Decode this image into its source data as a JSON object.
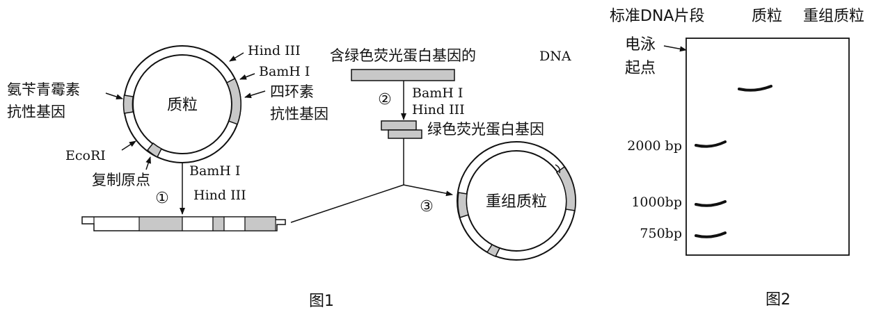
{
  "figure1": {
    "caption": "图1",
    "plasmid": {
      "center_label": "质粒",
      "labels": {
        "hindiii": "Hind III",
        "bamhi": "BamH I",
        "tet_line1": "四环素",
        "tet_line2": "抗性基因",
        "amp_line1": "氨苄青霉素",
        "amp_line2": "抗性基因",
        "ecori": "EcoRI",
        "ori": "复制原点"
      }
    },
    "step1": {
      "number": "①",
      "enzyme1": "BamH I",
      "enzyme2": "Hind III"
    },
    "dna_source": {
      "label": "含绿色荧光蛋白基因的",
      "suffix": "DNA"
    },
    "step2": {
      "number": "②",
      "enzyme1": "BamH I",
      "enzyme2": "Hind III"
    },
    "gene_fragment": {
      "label": "绿色荧光蛋白基因"
    },
    "step3": {
      "number": "③"
    },
    "recombinant": {
      "center_label": "重组质粒"
    }
  },
  "figure2": {
    "caption": "图2",
    "lane_headers": [
      "标准DNA片段",
      "质粒",
      "重组质粒"
    ],
    "origin_line1": "电泳",
    "origin_line2": "起点",
    "markers": [
      {
        "label": "2000 bp",
        "size_bp": 2000
      },
      {
        "label": "1000bp",
        "size_bp": 1000
      },
      {
        "label": "750bp",
        "size_bp": 750
      }
    ]
  }
}
